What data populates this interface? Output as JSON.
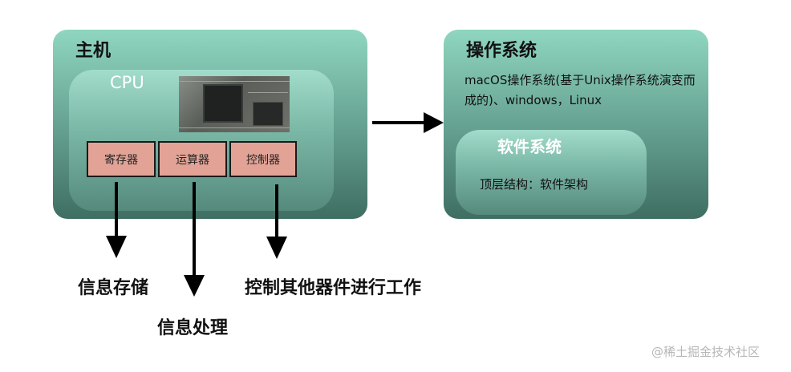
{
  "host": {
    "title": "主机",
    "cpu": {
      "label": "CPU",
      "photo_icon": "cpu-chip-photo",
      "units": {
        "register": "寄存器",
        "alu": "运算器",
        "controller": "控制器"
      }
    }
  },
  "os": {
    "title": "操作系统",
    "description": "macOS操作系统(基于Unix操作系统演变而成的)、windows，Linux",
    "software": {
      "title": "软件系统",
      "description": "顶层结构：软件架构"
    }
  },
  "captions": {
    "storage": "信息存储",
    "processing": "信息处理",
    "control": "控制其他器件进行工作"
  },
  "watermark": "@稀土掘金技术社区",
  "colors": {
    "panel": "#6ba897",
    "unit_fill": "#e2a396",
    "arrow": "#000000"
  }
}
